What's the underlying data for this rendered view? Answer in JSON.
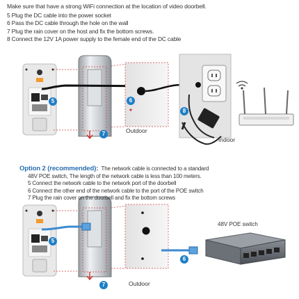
{
  "intro": {
    "line1": "Make sure that have a strong WiFi connection at the location of video doorbell.",
    "line2": "5 Plug the DC cable into the power socket",
    "line3": "6 Pass the DC cable through the hole on the wall",
    "line4": "7 Plug the rain cover on the host and fix the bottom screws.",
    "line5": "8 Connect the 12V 1A power supply to the female end of the DC cable"
  },
  "diagram1": {
    "badge5": "5",
    "badge6": "6",
    "badge7": "7",
    "badge8": "8",
    "outdoor_label": "Outdoor",
    "indoor_label": "Indoor"
  },
  "option2": {
    "heading": "Option 2 (recommended):",
    "line1": "The network cable is connected to a standard",
    "line2": "48V POE switch, The length of the network cable is less than 100 meters.",
    "line3": "5 Connect the network cable to the network port of the doorbell",
    "line4": "6 Connect the other end of the network cable to the port of the POE switch",
    "line5": "7 Plug the rain cover on the doorbell and fix the bottom screws"
  },
  "diagram2": {
    "badge5": "5",
    "badge6": "6",
    "badge7": "7",
    "switch_label": "48V POE switch",
    "outdoor_label": "Outdoor"
  },
  "colors": {
    "badge": "#1f7fc6",
    "dashed": "#d23a3a",
    "network_cable": "#3a8ad0"
  }
}
